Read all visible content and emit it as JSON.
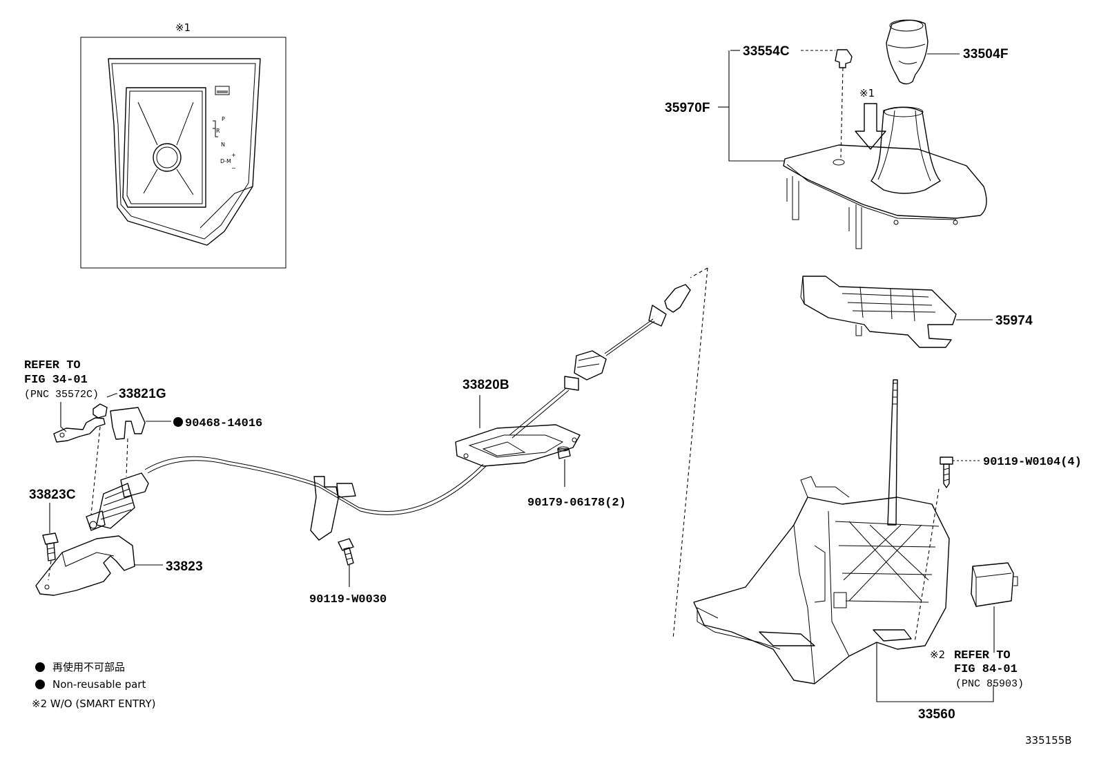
{
  "callouts": {
    "c33554C": "33554C",
    "c33504F": "33504F",
    "c35970F": "35970F",
    "c35974": "35974",
    "c33821G": "33821G",
    "c90468": "90468-14016",
    "c33820B": "33820B",
    "c33823C": "33823C",
    "c33823": "33823",
    "c90179": "90179-06178(2)",
    "c90119a": "90119-W0030",
    "c90119b": "90119-W0104(4)",
    "c33560": "33560"
  },
  "refs": {
    "ref1_line1": "REFER TO",
    "ref1_line2": "FIG 34-01",
    "ref1_line3": "(PNC 35572C)",
    "ref2_prefix": "※2",
    "ref2_line1": "REFER TO",
    "ref2_line2": "FIG 84-01",
    "ref2_line3": "(PNC 85903)"
  },
  "inset": {
    "mark": "※1",
    "gear_p": "P",
    "gear_r": "R",
    "gear_n": "N",
    "gear_d": "D",
    "gear_dm": "D-M",
    "gear_plus": "+",
    "gear_minus": "−"
  },
  "arrow_mark": "※1",
  "legend": {
    "jp": "再使用不可部品",
    "en": "Non-reusable part",
    "note2": "※2 W/O (SMART ENTRY)"
  },
  "figure_id": "335155B"
}
